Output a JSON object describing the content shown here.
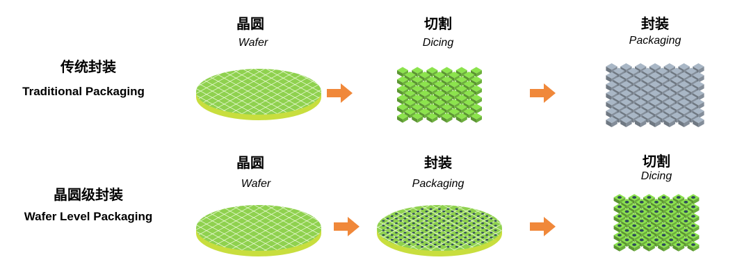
{
  "rows": [
    {
      "title_cn": "传统封装",
      "title_en": "Traditional Packaging",
      "steps": [
        {
          "cn": "晶圆",
          "en": "Wafer"
        },
        {
          "cn": "切割",
          "en": "Dicing"
        },
        {
          "cn": "封装",
          "en": "Packaging"
        }
      ]
    },
    {
      "title_cn": "晶圆级封装",
      "title_en": "Wafer Level Packaging",
      "steps": [
        {
          "cn": "晶圆",
          "en": "Wafer"
        },
        {
          "cn": "封装",
          "en": "Packaging"
        },
        {
          "cn": "切割",
          "en": "Dicing"
        }
      ]
    }
  ],
  "colors": {
    "wafer_green": "#8fd14f",
    "wafer_edge": "#d6e84a",
    "chip_green": "#7fce46",
    "chip_gray": "#9aa6b4",
    "arrow_orange": "#f0883a",
    "bump_dark": "#2f4a5c"
  }
}
